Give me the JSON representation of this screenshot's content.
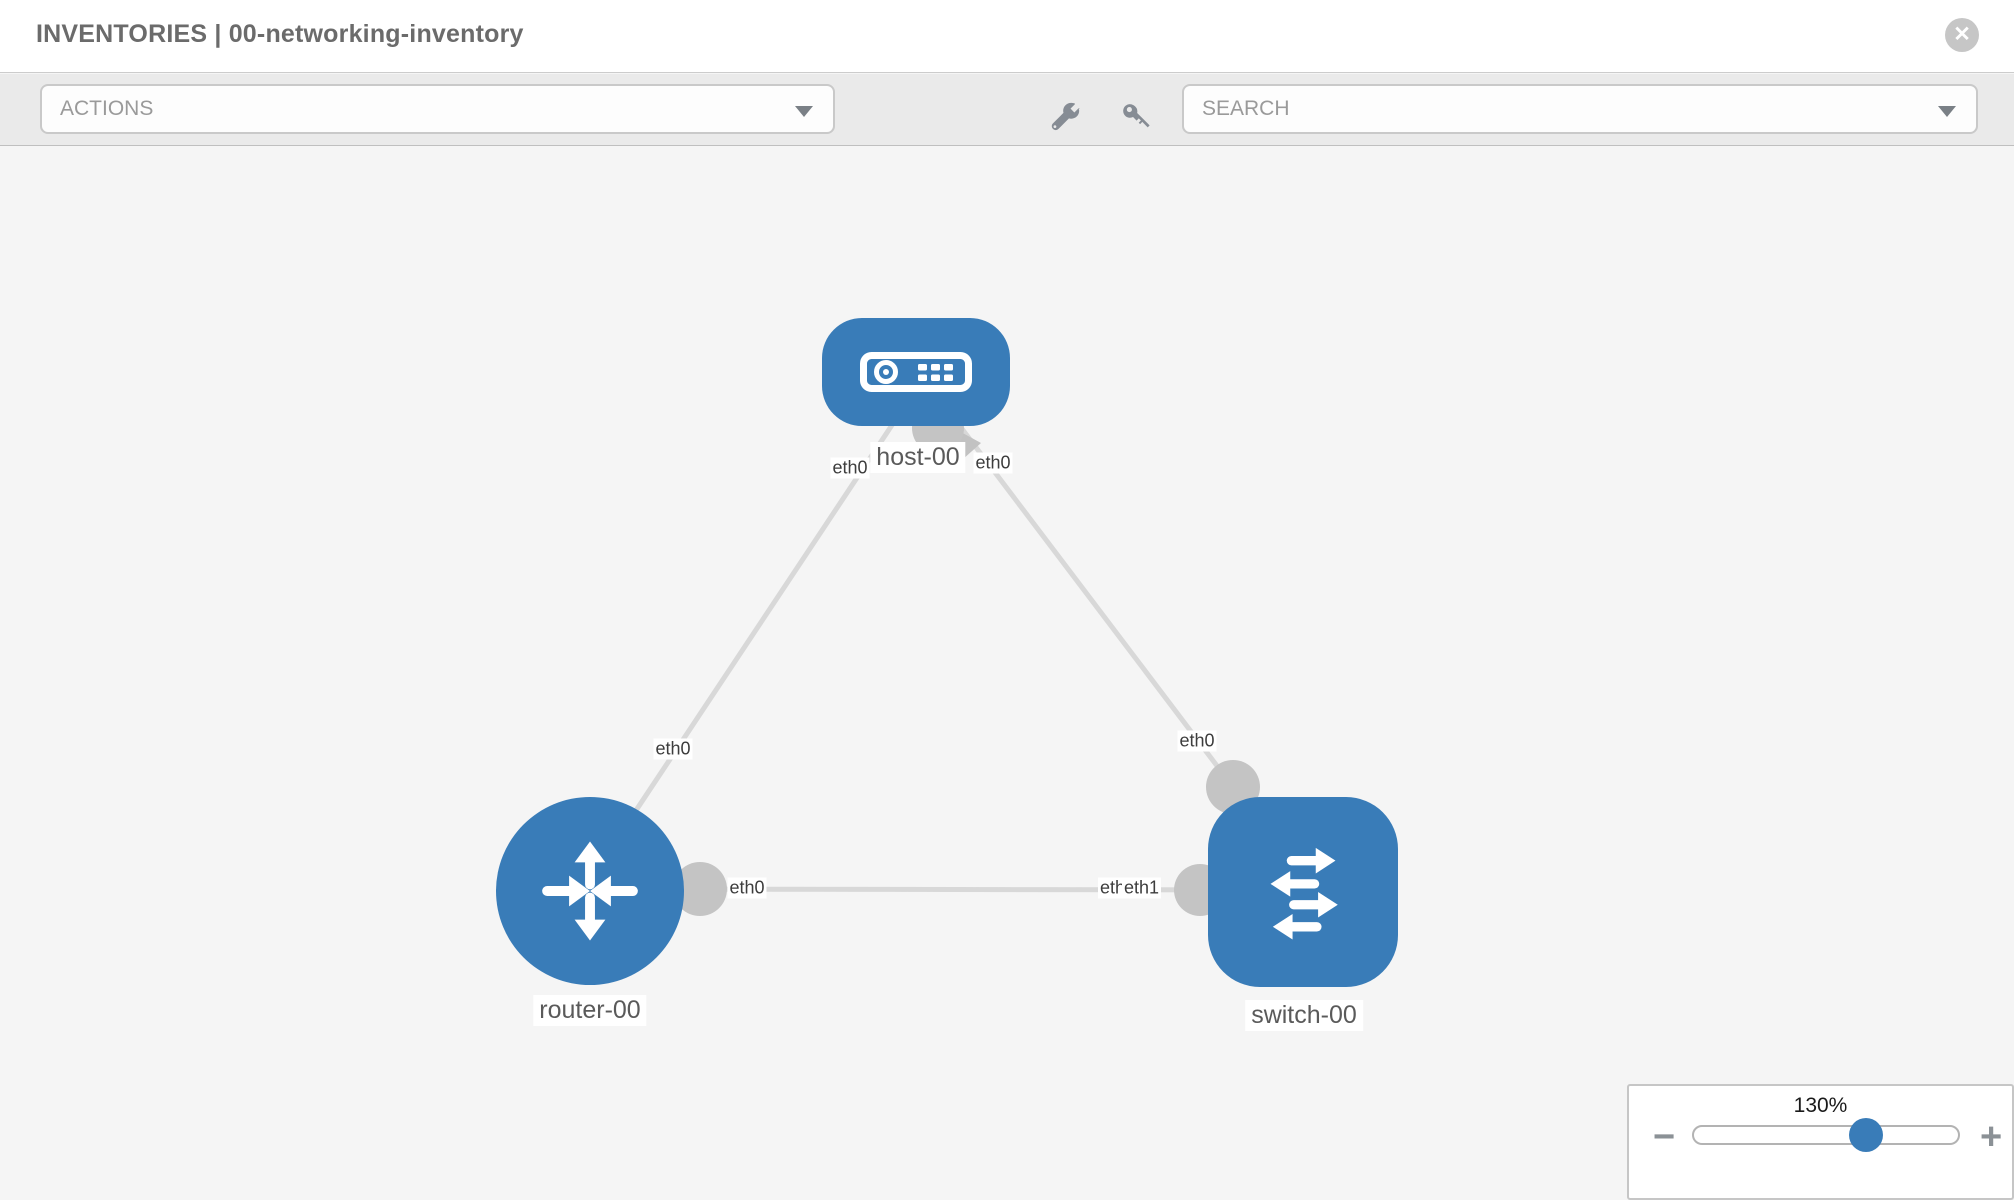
{
  "header": {
    "title": "INVENTORIES | 00-networking-inventory"
  },
  "toolbar": {
    "actions_label": "ACTIONS",
    "search_label": "SEARCH"
  },
  "topology": {
    "nodes": [
      {
        "label": "host-00",
        "type": "host"
      },
      {
        "label": "router-00",
        "type": "router"
      },
      {
        "label": "switch-00",
        "type": "switch"
      }
    ],
    "links": [
      {
        "source": "host-00",
        "target": "router-00",
        "source_if": "eth0",
        "target_if": "eth0"
      },
      {
        "source": "host-00",
        "target": "switch-00",
        "source_if": "eth0",
        "target_if": "eth0"
      },
      {
        "source": "router-00",
        "target": "switch-00",
        "source_if": "eth0",
        "target_if": "eth1",
        "target_if_overlapped": "eth0"
      }
    ]
  },
  "zoom_control": {
    "level": "130%",
    "minus_label": "−",
    "plus_label": "+"
  },
  "colors": {
    "node_blue": "#397cb8",
    "link_gray": "#d8d8d8",
    "port_gray": "#c4c4c4"
  }
}
